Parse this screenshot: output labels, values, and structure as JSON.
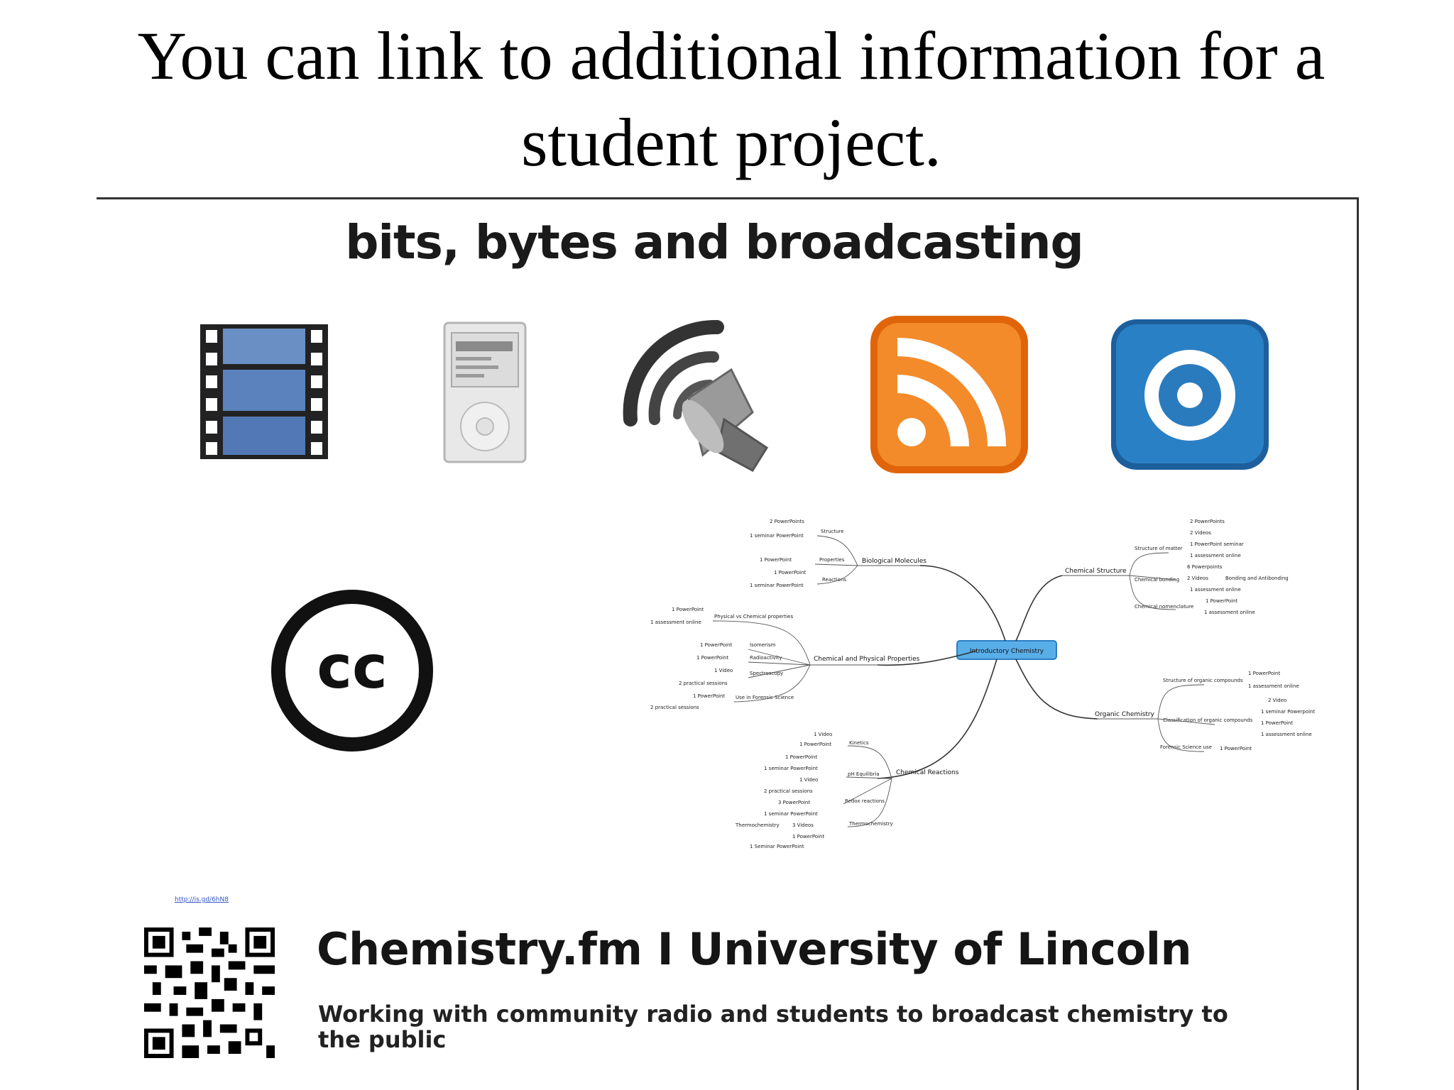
{
  "slide": {
    "title": "You can link to additional information for a student project."
  },
  "poster": {
    "heading": "bits, bytes and broadcasting",
    "icons": [
      "film-icon",
      "media-player-icon",
      "speaker-icon",
      "rss-feed-icon",
      "podcast-icon",
      "creative-commons-icon",
      "qr-code-icon"
    ],
    "link": "http://is.gd/6hN8",
    "brand": "Chemistry.fm I University of Lincoln",
    "tagline": "Working with community radio and students to broadcast chemistry to the public",
    "colors": {
      "rss_orange": "#f07d1f",
      "podcast_blue": "#1f6fb0",
      "film_blue": "#6a8fc4",
      "mindmap_center": "#5aaee8"
    }
  },
  "mindmap": {
    "center": "Introductory Chemistry",
    "branches": {
      "biological": {
        "label": "Biological Molecules",
        "subs": [
          "Structure",
          "Properties",
          "Reactions"
        ],
        "leaves": [
          "2 PowerPoints",
          "1 seminar PowerPoint",
          "1 PowerPoint",
          "1 PowerPoint",
          "1 seminar PowerPoint"
        ]
      },
      "physical": {
        "label": "Chemical and Physical Properties",
        "subs": [
          "Physical vs Chemical properties",
          "Isomerism",
          "Radioactivity",
          "Spectroscopy",
          "Use in Forensic Science"
        ],
        "leaves": [
          "1 PowerPoint",
          "1 assessment online",
          "1 PowerPoint",
          "1 PowerPoint",
          "1 Video",
          "2 practical sessions",
          "1 PowerPoint",
          "2 practical sessions"
        ]
      },
      "reactions": {
        "label": "Chemical Reactions",
        "subs": [
          "Kinetics",
          "pH Equilibria",
          "Redox reactions",
          "Thermochemistry"
        ],
        "leaves": [
          "1 Video",
          "1 PowerPoint",
          "1 PowerPoint",
          "1 seminar PowerPoint",
          "1 Video",
          "2 practical sessions",
          "3 PowerPoint",
          "1 seminar PowerPoint",
          "Thermochemistry",
          "3 Videos",
          "1 PowerPoint",
          "1 Seminar PowerPoint"
        ]
      },
      "structure": {
        "label": "Chemical Structure",
        "subs": [
          "Structure of matter",
          "Chemical bonding",
          "Chemical nomenclature"
        ],
        "leaves": [
          "2 PowerPoints",
          "2 Videos",
          "1 PowerPoint seminar",
          "1 assessment online",
          "6 Powerpoints",
          "2 Videos",
          "Bonding and Antibonding",
          "1 assessment online",
          "1 PowerPoint",
          "1 assessment online"
        ]
      },
      "organic": {
        "label": "Organic Chemistry",
        "subs": [
          "Structure of organic compounds",
          "Classification of organic compounds",
          "Forensic Science use"
        ],
        "leaves": [
          "1 PowerPoint",
          "1 assessment online",
          "2 Video",
          "1 seminar Powerpoint",
          "1 PowerPoint",
          "1 assessment online",
          "1 PowerPoint"
        ]
      }
    }
  }
}
